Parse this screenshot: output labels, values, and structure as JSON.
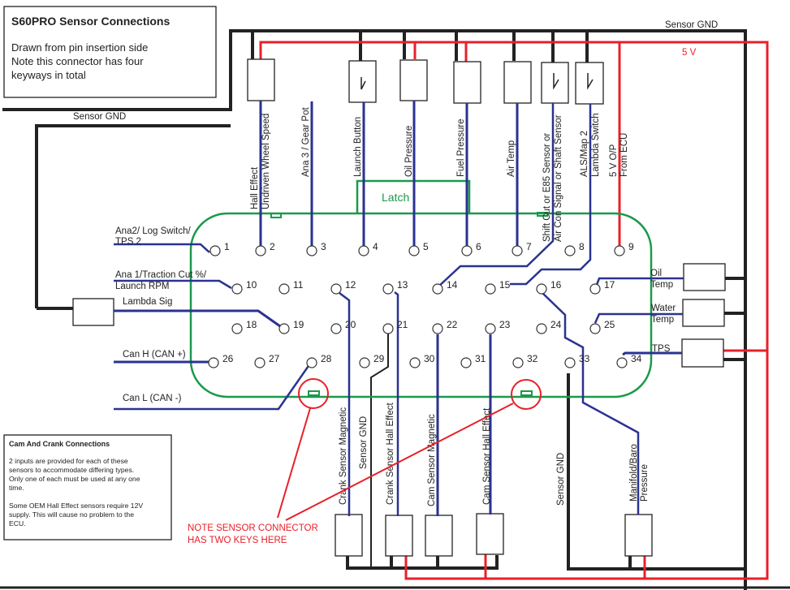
{
  "title_box": {
    "title": "S60PRO Sensor Connections",
    "line1": "Drawn from pin insertion side",
    "line2": "Note this connector has four",
    "line3": "keyways in total"
  },
  "rails": {
    "sensor_gnd_top": "Sensor GND",
    "sensor_gnd_left": "Sensor GND",
    "v5": "5 V"
  },
  "connector": {
    "latch_label": "Latch",
    "pins": [
      "1",
      "2",
      "3",
      "4",
      "5",
      "6",
      "7",
      "8",
      "9",
      "10",
      "11",
      "12",
      "13",
      "14",
      "15",
      "16",
      "17",
      "18",
      "19",
      "20",
      "21",
      "22",
      "23",
      "24",
      "25",
      "26",
      "27",
      "28",
      "29",
      "30",
      "31",
      "32",
      "33",
      "34"
    ]
  },
  "top_labels": {
    "hall_effect": "Hall Effect",
    "undriven_wheel_speed": "Undriven Wheel Speed",
    "ana3": "Ana 3 / Gear Pot",
    "launch_button": "Launch Button",
    "oil_pressure": "Oil Pressure",
    "fuel_pressure": "Fuel Pressure",
    "air_temp": "Air Temp",
    "shift_cut_1": "Shift Cut or E85 Sensor or",
    "shift_cut_2": "Air Con Signal or Shaft Sensor",
    "als_1": "ALS/Map 2",
    "als_2": "Lambda Switch",
    "v5_out_1": "5 V O/P",
    "v5_out_2": "From ECU"
  },
  "left_labels": {
    "ana2_1": "Ana2/ Log Switch/",
    "ana2_2": "TPS 2",
    "ana1_1": "Ana 1/Traction Cut %/",
    "ana1_2": "Launch RPM",
    "lambda_sig": "Lambda Sig",
    "can_h": "Can H (CAN +)",
    "can_l": "Can L (CAN -)"
  },
  "right_labels": {
    "oil_1": "Oil",
    "oil_2": "Temp",
    "water_1": "Water",
    "water_2": "Temp",
    "tps": "TPS"
  },
  "bottom_labels": {
    "crank_magnetic": "Crank  Sensor Magnetic",
    "sensor_gnd_a": "Sensor GND",
    "crank_hall": "Crank  Sensor Hall Effect",
    "cam_magnetic": "Cam Sensor Magnetic",
    "cam_hall": "Cam Sensor Hall Effect",
    "sensor_gnd_b": "Sensor GND",
    "manifold_1": "Manifold/Baro",
    "manifold_2": "Pressure"
  },
  "key_note": {
    "line1": "NOTE SENSOR CONNECTOR",
    "line2": "HAS TWO KEYS HERE"
  },
  "cam_crank_box": {
    "title": "Cam And Crank Connections",
    "p1_l1": "2 inputs are provided for each of these",
    "p1_l2": "sensors to accommodate differing types.",
    "p1_l3": "Only one of each must be used at any one",
    "p1_l4": "time.",
    "p2_l1": "Some OEM Hall Effect sensors require 12V",
    "p2_l2": "supply. This will cause no problem to the",
    "p2_l3": "ECU."
  },
  "colors": {
    "ground": "#222222",
    "supply_5v": "#e8202a",
    "signal": "#2b3290",
    "connector": "#1a9a4a"
  }
}
